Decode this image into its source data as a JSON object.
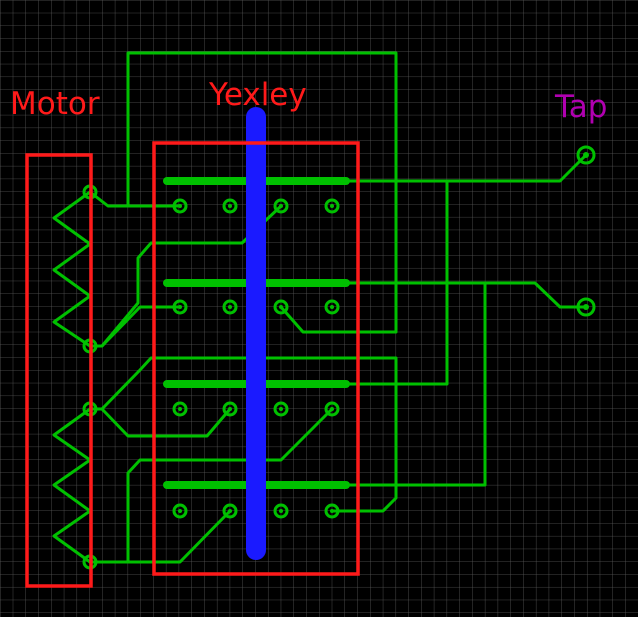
{
  "labels": {
    "motor": "Motor",
    "switch": "Yexley",
    "tap": "Tap"
  },
  "colors": {
    "background": "#000000",
    "grid": "#5a5a5a",
    "trace": "#00c000",
    "outline": "#ff1a1a",
    "shaft": "#1a1aff",
    "tap_label": "#b000b0",
    "label": "#ff1a1a"
  }
}
